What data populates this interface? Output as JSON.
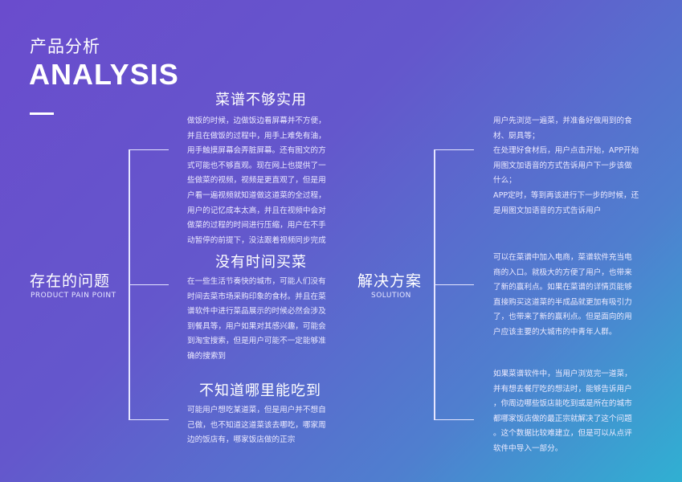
{
  "header": {
    "title_cn": "产品分析",
    "title_en": "ANALYSIS"
  },
  "problems": {
    "title": "存在的问题",
    "subtitle": "PRODUCT PAIN POINT",
    "items": [
      {
        "heading": "菜谱不够实用",
        "lines": [
          "做饭的时候，边做饭边看屏幕并不方便，",
          "并且在做饭的过程中，用手上难免有油，",
          "用手触摸屏幕会弄脏屏幕。还有图文的方",
          "式可能也不够直观。现在网上也提供了一",
          "些做菜的视频，视频是更直观了，但是用",
          "户看一遍视频就知道做这道菜的全过程，",
          "用户的记忆成本太高，并且在视频中会对",
          "做菜的过程的时间进行压缩，用户在不手",
          "动暂停的前提下，没法跟着视频同步完成"
        ]
      },
      {
        "heading": "没有时间买菜",
        "lines": [
          "在一些生活节奏快的城市，可能人们没有",
          "时间去菜市场采购印象的食材。并且在菜",
          "谱软件中进行菜品展示的时候必然会涉及",
          "到餐具等，用户如果对其感兴趣，可能会",
          "到淘宝搜索，但是用户可能不一定能够准",
          "确的搜索到"
        ]
      },
      {
        "heading": "不知道哪里能吃到",
        "lines": [
          "可能用户想吃某道菜，但是用户并不想自",
          "己做，也不知道这道菜该去哪吃，哪家周",
          "边的饭店有，哪家饭店做的正宗"
        ]
      }
    ]
  },
  "solutions": {
    "title": "解决方案",
    "subtitle": "SOLUTION",
    "items": [
      {
        "lines": [
          "用户先浏览一遍菜，并准备好做用到的食",
          "材、厨具等；",
          "在处理好食材后，用户点击开始，APP开始",
          "用图文加语音的方式告诉用户下一步该做",
          "什么；",
          "APP定时，等到再该进行下一步的时候，还",
          "是用图文加语音的方式告诉用户"
        ]
      },
      {
        "lines": [
          "可以在菜谱中加入电商，菜谱软件充当电",
          "商的入口。就极大的方便了用户，也带来",
          "了新的赢利点。如果在菜谱的详情页能够",
          "直接购买这道菜的半成品就更加有吸引力",
          "了，也带来了新的赢利点。但是面向的用",
          "户应该主要的大城市的中青年人群。"
        ]
      },
      {
        "lines": [
          "如果菜谱软件中，当用户浏览完一道菜，",
          "并有想去餐厅吃的想法时，能够告诉用户",
          "，你周边哪些饭店能吃到或是所在的城市",
          "都哪家饭店做的最正宗就解决了这个问题",
          "。这个数据比较难建立，但是可以从点评",
          "软件中导入一部分。"
        ]
      }
    ]
  }
}
